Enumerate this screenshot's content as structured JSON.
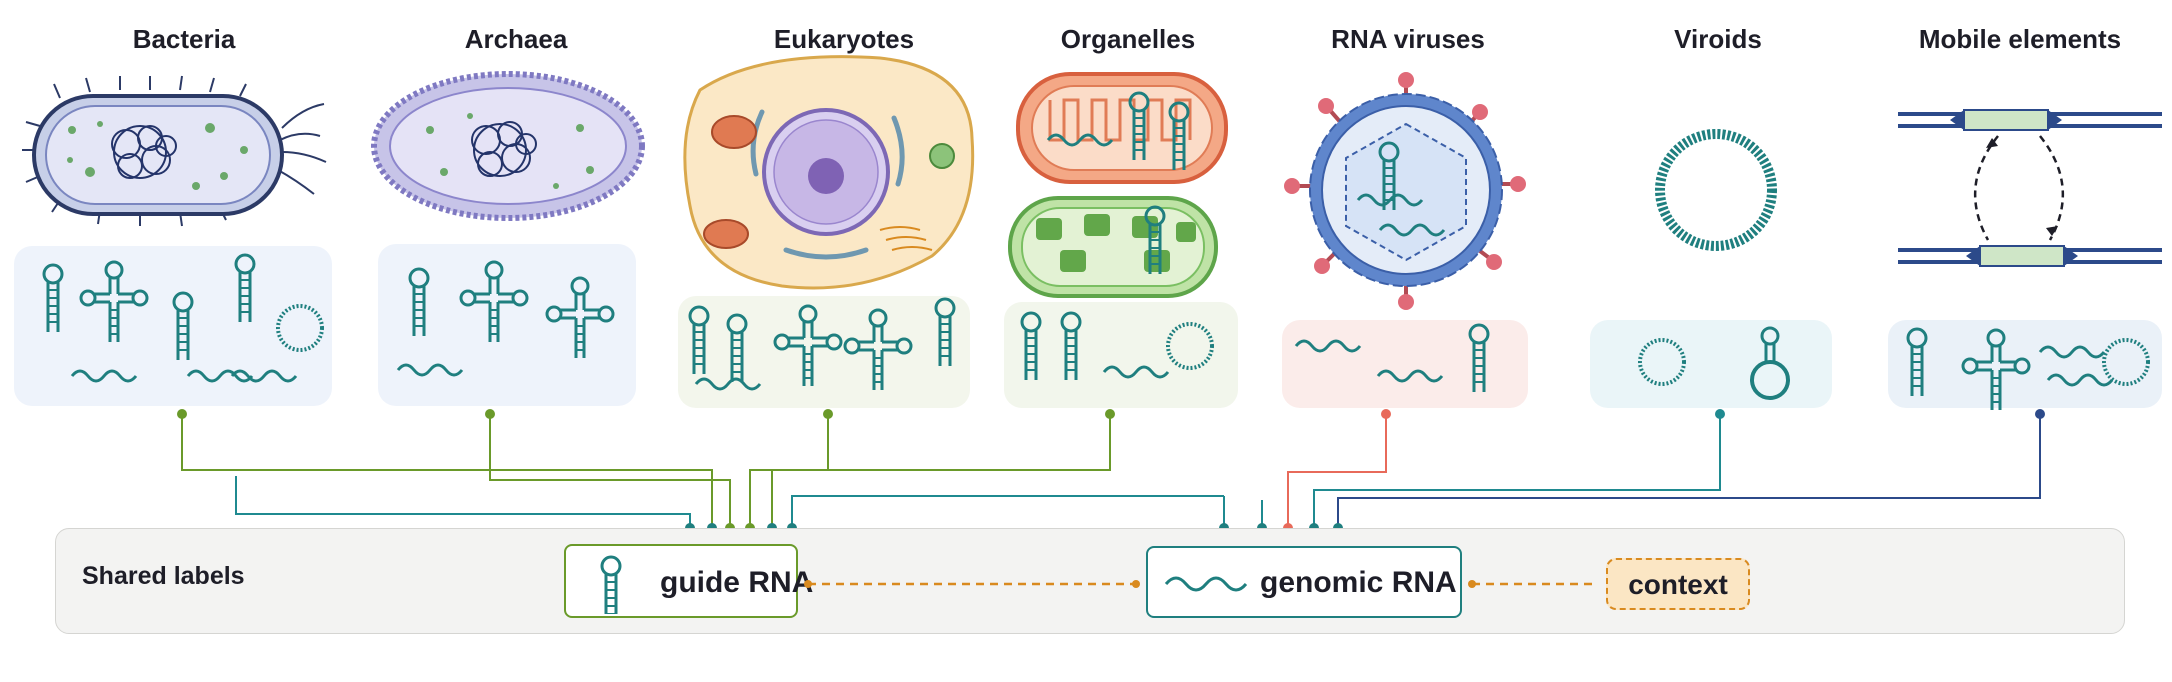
{
  "columns": [
    {
      "title": "Bacteria"
    },
    {
      "title": "Archaea"
    },
    {
      "title": "Eukaryotes"
    },
    {
      "title": "Organelles"
    },
    {
      "title": "RNA viruses"
    },
    {
      "title": "Viroids"
    },
    {
      "title": "Mobile elements"
    }
  ],
  "shared": {
    "title": "Shared labels",
    "guide_label": "guide RNA",
    "genomic_label": "genomic RNA",
    "context_label": "context"
  },
  "colors": {
    "rna_teal": "#1f7f7f",
    "green_connector": "#6a9a2a",
    "teal_connector": "#1f8a90",
    "red_connector": "#e86a5a",
    "blue_connector": "#2c4a8a",
    "orange_dashed": "#d98a1f",
    "bacteria_panel": "#eef3fb",
    "archaea_panel": "#eef3fb",
    "eukaryote_panel": "#f3f6ec",
    "organelle_panel": "#f2f6ec",
    "virus_panel": "#fbecea",
    "viroid_panel": "#eaf5f8",
    "mobile_panel": "#eaf1f8"
  }
}
